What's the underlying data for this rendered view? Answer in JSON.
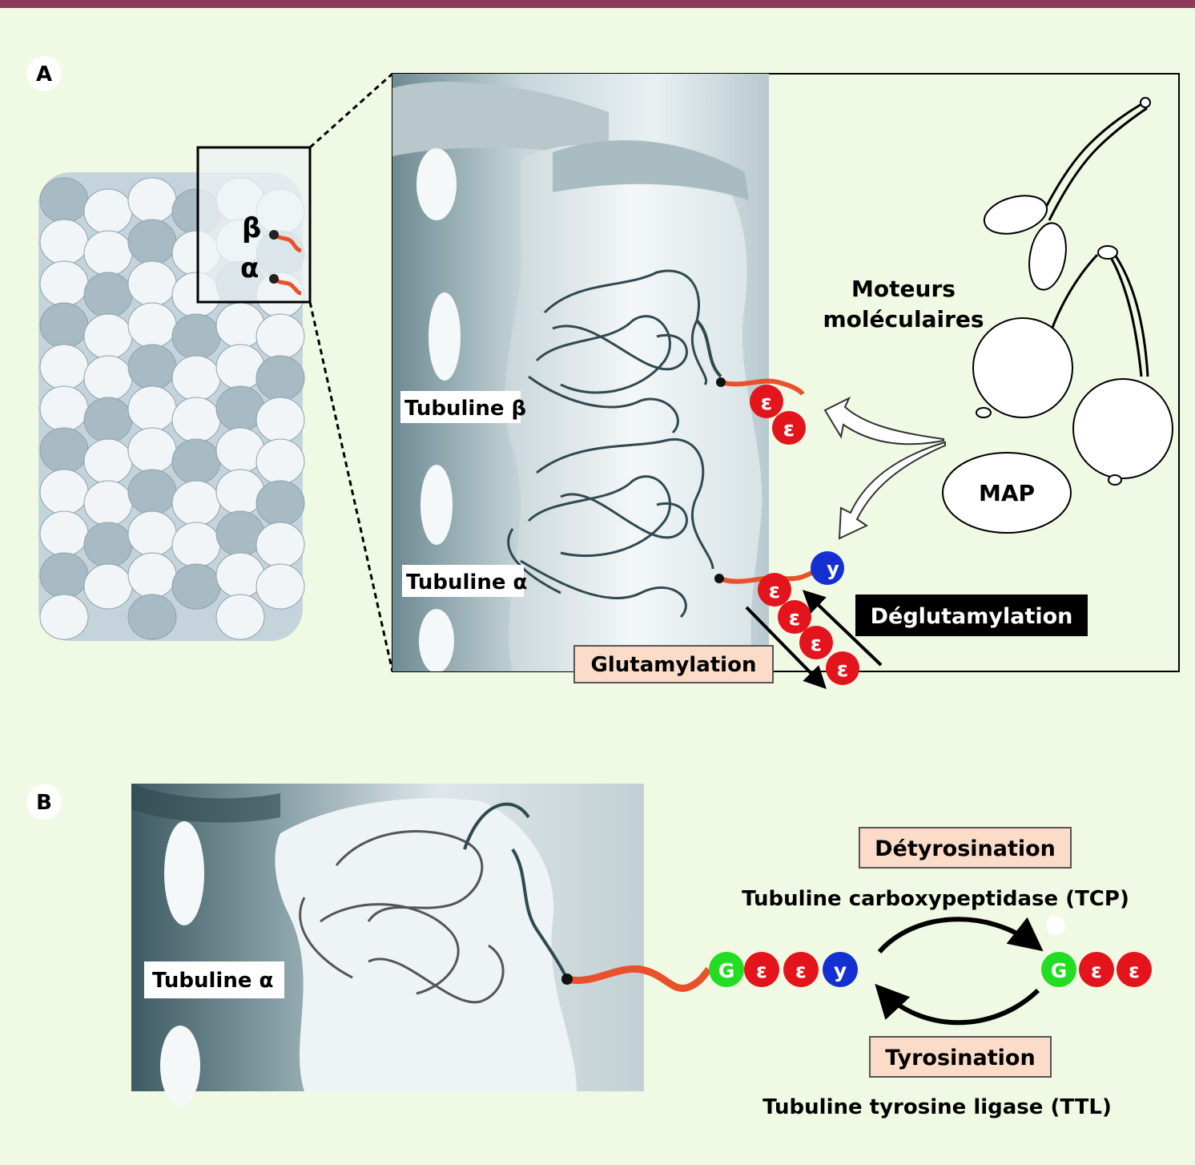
{
  "colors": {
    "background": "#f0f9e3",
    "top_bar": "#8e3a5c",
    "tail_orange": "#e8512c",
    "glu_red": "#e3141c",
    "tyr_blue": "#1530d0",
    "gly_green": "#22dd22",
    "label_box_peach": "#fbdcc8",
    "label_box_dark": "#000000"
  },
  "panel_a": {
    "label": "A",
    "beta": "β",
    "alpha": "α",
    "tubulin_beta": "Tubuline β",
    "tubulin_alpha": "Tubuline α",
    "motors_line1": "Moteurs",
    "motors_line2": "moléculaires",
    "map": "MAP",
    "glutamylation": "Glutamylation",
    "deglutamylation": "Déglutamylation",
    "glu_beads_beta": [
      "ε",
      "ε"
    ],
    "alpha_tail_tyr": "y",
    "glu_beads_alpha": [
      "ε",
      "ε",
      "ε",
      "ε"
    ]
  },
  "panel_b": {
    "label": "B",
    "tubulin_alpha": "Tubuline α",
    "left_chain": [
      "G",
      "ε",
      "ε",
      "y"
    ],
    "right_chain": [
      "G",
      "ε",
      "ε"
    ],
    "detyrosination": "Détyrosination",
    "tcp": "Tubuline carboxypeptidase (TCP)",
    "tyrosination": "Tyrosination",
    "ttl": "Tubuline tyrosine ligase (TTL)"
  }
}
